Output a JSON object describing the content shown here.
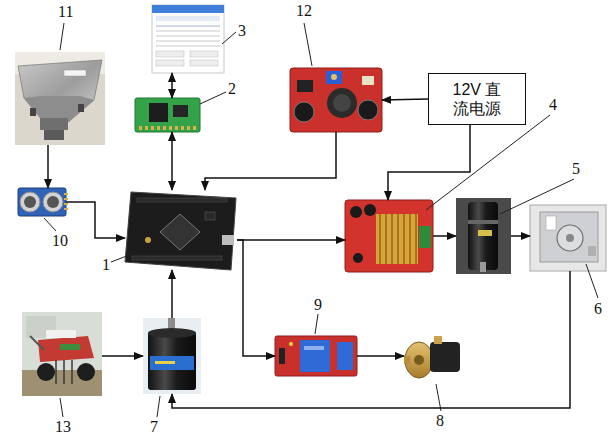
{
  "diagram": {
    "nodes": [
      {
        "text": [
          "11"
        ]
      },
      {
        "text": [
          "3"
        ]
      },
      {
        "text": [
          "2"
        ]
      },
      {
        "text": [
          "12"
        ]
      },
      {
        "text": [
          "12V 直流电源"
        ]
      },
      {
        "text": [
          "4"
        ]
      },
      {
        "text": [
          "5"
        ]
      },
      {
        "text": [
          "6"
        ]
      },
      {
        "text": [
          "10"
        ]
      },
      {
        "text": [
          "1"
        ]
      },
      {
        "text": [
          "7"
        ]
      },
      {
        "text": [
          "13"
        ]
      },
      {
        "text": [
          "9"
        ]
      },
      {
        "text": [
          "8"
        ]
      }
    ],
    "edges": [
      {
        "from": 0,
        "to": 8,
        "arrow": "to"
      },
      {
        "from": 8,
        "to": 9,
        "arrow": "to"
      },
      {
        "from": 1,
        "to": 2,
        "arrow": "both"
      },
      {
        "from": 2,
        "to": 9,
        "arrow": "both"
      },
      {
        "from": 3,
        "to": 9,
        "arrow": "to"
      },
      {
        "from": 4,
        "to": 3,
        "arrow": "to"
      },
      {
        "from": 4,
        "to": 5,
        "arrow": "to"
      },
      {
        "from": 9,
        "to": 5,
        "arrow": "to"
      },
      {
        "from": 5,
        "to": 6,
        "arrow": "to"
      },
      {
        "from": 6,
        "to": 7,
        "arrow": "to"
      },
      {
        "from": 7,
        "to": 10,
        "arrow": "to"
      },
      {
        "from": 11,
        "to": 10,
        "arrow": "to"
      },
      {
        "from": 10,
        "to": 9,
        "arrow": "to"
      },
      {
        "from": 9,
        "to": 12,
        "arrow": "to"
      },
      {
        "from": 12,
        "to": 13,
        "arrow": "to"
      }
    ]
  }
}
